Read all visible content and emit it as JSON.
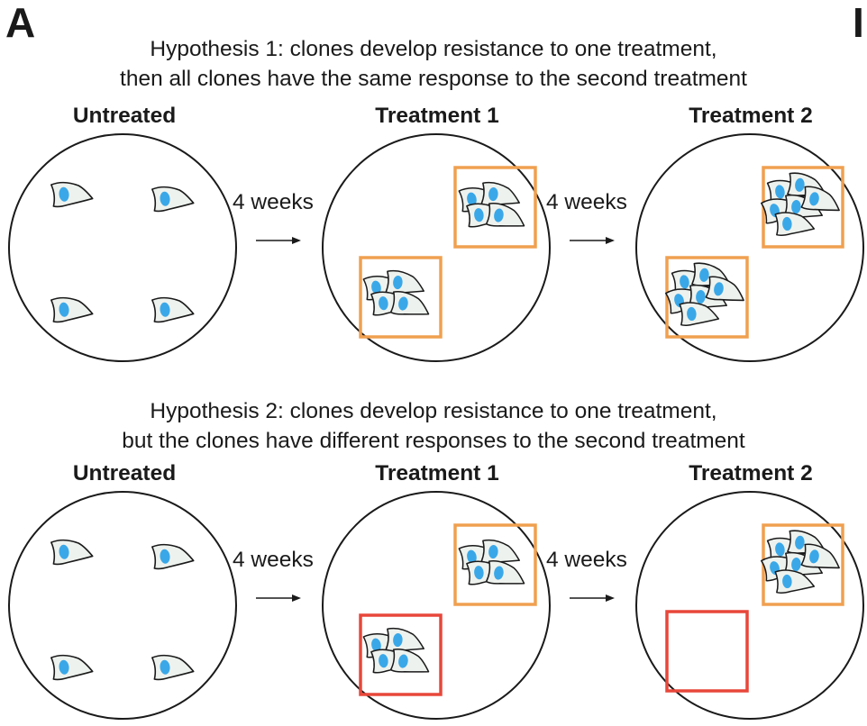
{
  "panel_label": "A",
  "edge_label": "I",
  "hypotheses": [
    {
      "line1": "Hypothesis 1: clones develop resistance to one treatment,",
      "line2": "then all clones have the same response to the second treatment",
      "stages": [
        "Untreated",
        "Treatment 1",
        "Treatment 2"
      ],
      "arrow_labels": [
        "4 weeks",
        "4 weeks"
      ]
    },
    {
      "line1": "Hypothesis 2: clones develop resistance to one treatment,",
      "line2": "but the clones have different responses to the second treatment",
      "stages": [
        "Untreated",
        "Treatment 1",
        "Treatment 2"
      ],
      "arrow_labels": [
        "4 weeks",
        "4 weeks"
      ]
    }
  ],
  "colors": {
    "resistant_box": "#f0a050",
    "sensitive_box": "#e8473a",
    "cell_fill": "#eef2ee",
    "nucleus": "#3aa8e8",
    "outline": "#1a1a1a"
  }
}
